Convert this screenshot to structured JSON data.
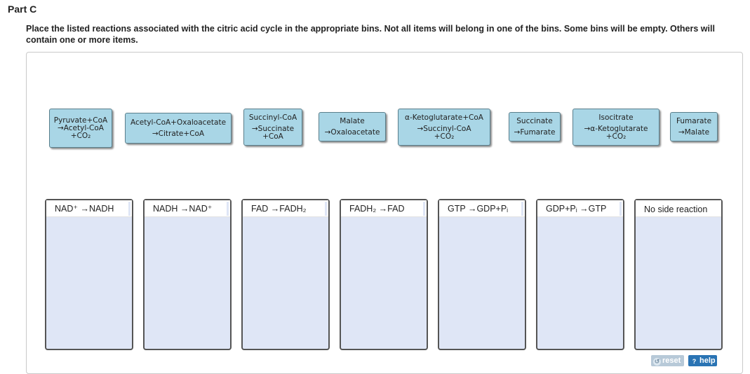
{
  "part_title": "Part C",
  "instructions": "Place the listed reactions associated with the citric acid cycle in the appropriate bins. Not all items will belong in one of the bins. Some bins will be empty. Others will contain one or more items.",
  "tiles": [
    {
      "l1": "Pyruvate+CoA",
      "l2": "→Acetyl-CoA",
      "l3": "+CO₂"
    },
    {
      "l1": "Acetyl-CoA+Oxaloacetate",
      "l2": "→Citrate+CoA",
      "l3": ""
    },
    {
      "l1": "Succinyl-CoA",
      "l2": "→Succinate",
      "l3": "+CoA"
    },
    {
      "l1": "Malate",
      "l2": "→Oxaloacetate",
      "l3": ""
    },
    {
      "l1": "α-Ketoglutarate+CoA",
      "l2": "→Succinyl-CoA",
      "l3": "+CO₂"
    },
    {
      "l1": "Succinate",
      "l2": "→Fumarate",
      "l3": ""
    },
    {
      "l1": "Isocitrate",
      "l2": "→α-Ketoglutarate",
      "l3": "+CO₂"
    },
    {
      "l1": "Fumarate",
      "l2": "→Malate",
      "l3": ""
    }
  ],
  "bins": [
    "NAD⁺ →NADH",
    "NADH →NAD⁺",
    "FAD →FADH₂",
    "FADH₂ →FAD",
    "GTP →GDP+Pᵢ",
    "GDP+Pᵢ →GTP",
    "No side reaction"
  ],
  "buttons": {
    "reset": "reset",
    "help": "help",
    "reset_icon": "↺",
    "help_icon": "?"
  }
}
